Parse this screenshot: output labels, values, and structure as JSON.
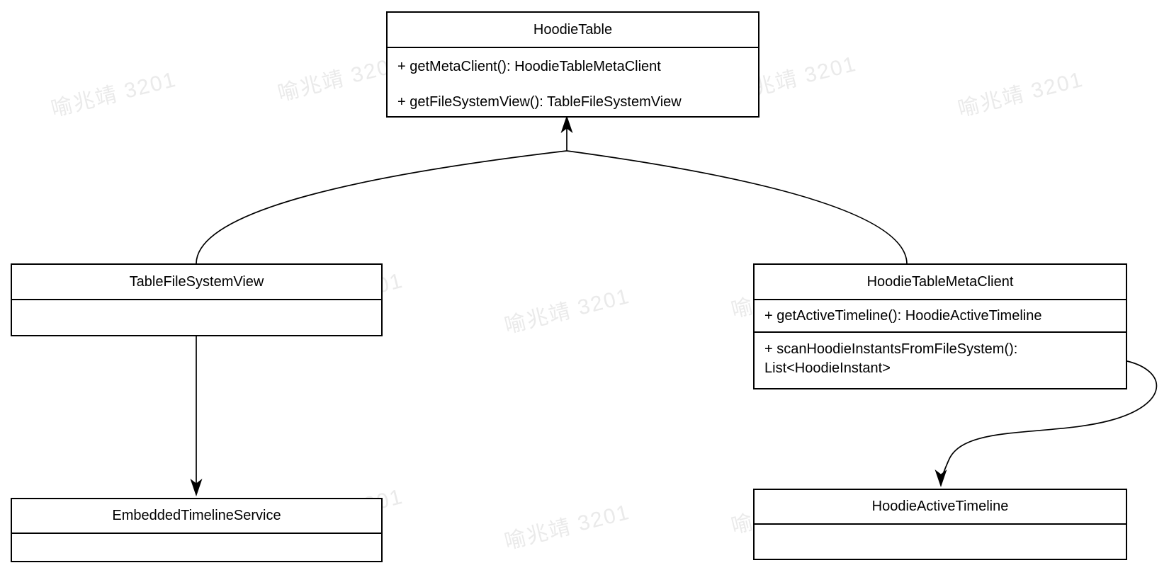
{
  "watermark": {
    "text": "喻兆靖 3201",
    "color": "#eaeaea"
  },
  "colors": {
    "line": "#000000",
    "box_fill": "#ffffff",
    "box_border": "#000000"
  },
  "classes": [
    {
      "title": "HoodieTable",
      "methods": [
        "+ getMetaClient(): HoodieTableMetaClient",
        "+ getFileSystemView(): TableFileSystemView"
      ]
    },
    {
      "title": "TableFileSystemView",
      "methods": []
    },
    {
      "title": "HoodieTableMetaClient",
      "methods": [
        "+ getActiveTimeline(): HoodieActiveTimeline",
        "+ scanHoodieInstantsFromFileSystem(): List<HoodieInstant>"
      ]
    },
    {
      "title": "EmbeddedTimelineService",
      "methods": []
    },
    {
      "title": "HoodieActiveTimeline",
      "methods": []
    }
  ],
  "relations": [
    {
      "from": "TableFileSystemView",
      "to": "HoodieTable"
    },
    {
      "from": "HoodieTableMetaClient",
      "to": "HoodieTable"
    },
    {
      "from": "TableFileSystemView",
      "to": "EmbeddedTimelineService"
    },
    {
      "from": "HoodieTableMetaClient",
      "to": "HoodieActiveTimeline"
    }
  ]
}
